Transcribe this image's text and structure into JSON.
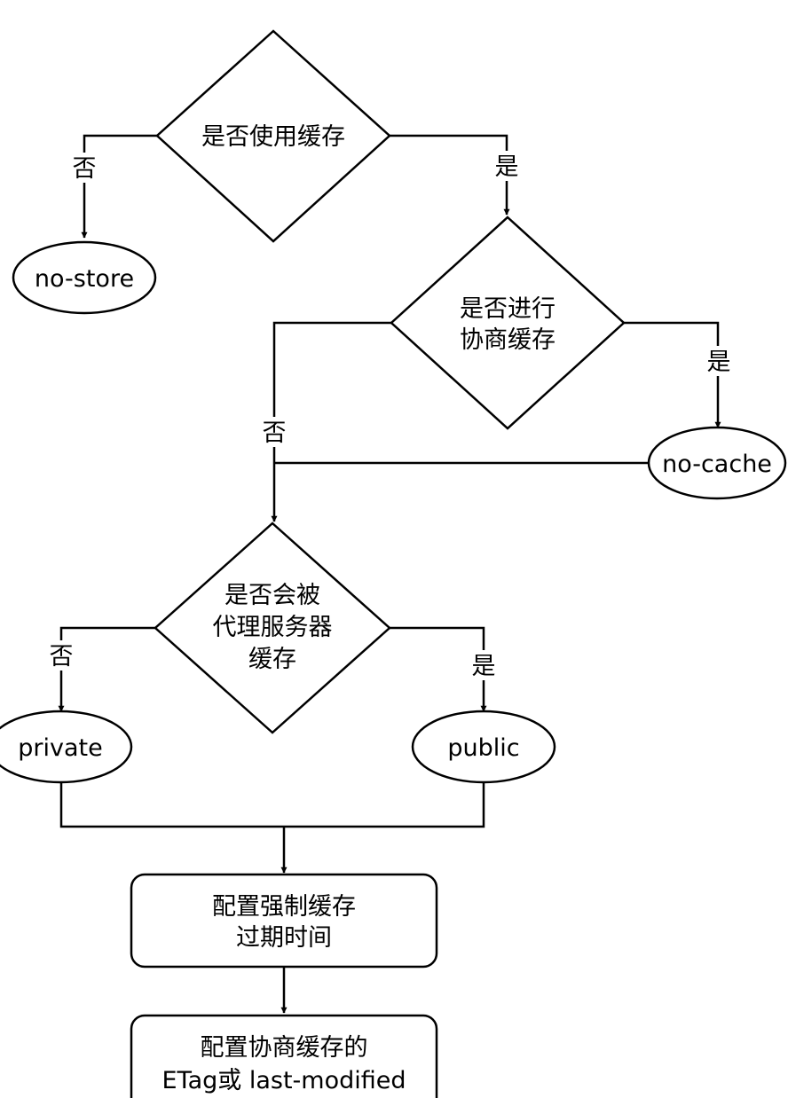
{
  "colors": {
    "stroke": "#000000",
    "fill": "#ffffff",
    "text": "#000000"
  },
  "nodes": {
    "use_cache": {
      "type": "decision",
      "lines": [
        "是否使用缓存"
      ]
    },
    "negotiate": {
      "type": "decision",
      "lines": [
        "是否进行",
        "协商缓存"
      ]
    },
    "proxy_cache": {
      "type": "decision",
      "lines": [
        "是否会被",
        "代理服务器",
        "缓存"
      ]
    },
    "no_store": {
      "type": "terminal",
      "lines": [
        "no-store"
      ]
    },
    "no_cache": {
      "type": "terminal",
      "lines": [
        "no-cache"
      ]
    },
    "private": {
      "type": "terminal",
      "lines": [
        "private"
      ]
    },
    "public": {
      "type": "terminal",
      "lines": [
        "public"
      ]
    },
    "set_expiry": {
      "type": "process",
      "lines": [
        "配置强制缓存",
        "过期时间"
      ]
    },
    "set_validators": {
      "type": "process",
      "lines": [
        "配置协商缓存的",
        "ETag或 last-modified"
      ]
    }
  },
  "edges": {
    "use_cache_no": {
      "from": "use_cache",
      "to": "no_store",
      "label": "否"
    },
    "use_cache_yes": {
      "from": "use_cache",
      "to": "negotiate",
      "label": "是"
    },
    "negotiate_yes": {
      "from": "negotiate",
      "to": "no_cache",
      "label": "是"
    },
    "negotiate_no": {
      "from": "negotiate",
      "to": "proxy_cache",
      "label": "否"
    },
    "no_cache_join": {
      "from": "no_cache",
      "to": "proxy_cache",
      "label": ""
    },
    "proxy_no": {
      "from": "proxy_cache",
      "to": "private",
      "label": "否"
    },
    "proxy_yes": {
      "from": "proxy_cache",
      "to": "public",
      "label": "是"
    },
    "private_join": {
      "from": "private",
      "to": "set_expiry",
      "label": ""
    },
    "public_join": {
      "from": "public",
      "to": "set_expiry",
      "label": ""
    },
    "expiry_next": {
      "from": "set_expiry",
      "to": "set_validators",
      "label": ""
    }
  }
}
